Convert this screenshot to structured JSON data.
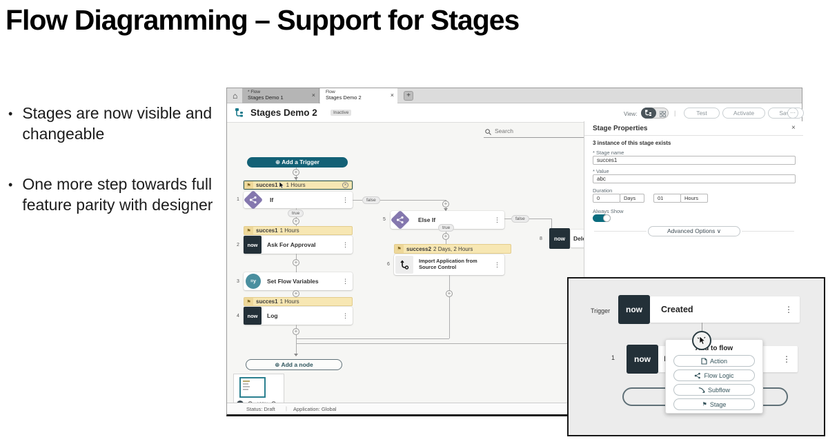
{
  "slide": {
    "title": "Flow Diagramming – Support for Stages",
    "bullets": [
      "Stages are now visible and changeable",
      "One more step towards full feature parity with designer"
    ]
  },
  "icons": {
    "home": "⌂",
    "close": "×",
    "plus": "+",
    "circle_plus": "⊕",
    "kebab": "⋮",
    "ellipsis": "⋯",
    "chevron_down": "∨",
    "flag": "⚑",
    "bullet": "•",
    "asterisk": "*",
    "divider": "|",
    "remove": "×"
  },
  "window": {
    "tabs": [
      {
        "line1": "* Flow",
        "line2": "Stages Demo 1"
      },
      {
        "line1": "Flow",
        "line2": "Stages Demo 2"
      }
    ],
    "header": {
      "title": "Stages Demo 2",
      "badge": "Inactive",
      "view_label": "View:",
      "test": "Test",
      "activate": "Activate",
      "save": "Save"
    },
    "canvas": {
      "search_placeholder": "Search",
      "add_trigger_label": "Add a Trigger",
      "add_node_label": "Add a node",
      "true_label": "true",
      "false_label": "false",
      "now_logo": "now",
      "zoom_level": "100%",
      "stages": [
        {
          "name": "succes1",
          "duration": "1 Hours"
        },
        {
          "name": "succes1",
          "duration": "1 Hours"
        },
        {
          "name": "success2",
          "duration": "2 Days, 2 Hours"
        },
        {
          "name": "succes1",
          "duration": "1 Hours"
        }
      ],
      "nodes": [
        {
          "num": "1",
          "label": "If"
        },
        {
          "num": "2",
          "label": "Ask For Approval"
        },
        {
          "num": "3",
          "label": "Set Flow Variables"
        },
        {
          "num": "4",
          "label": "Log"
        },
        {
          "num": "5",
          "label": "Else If"
        },
        {
          "num": "6",
          "label": "Import Application from Source Control"
        },
        {
          "num": "8",
          "label": "Dele"
        }
      ]
    },
    "panel": {
      "title": "Stage Properties",
      "instances_note": "3 instance of this stage exists",
      "stage_name_label": "Stage name",
      "stage_name_value": "succes1",
      "value_label": "Value",
      "value_value": "abc",
      "duration_label": "Duration",
      "days_value": "0",
      "days_unit": "Days",
      "hours_value": "01",
      "hours_unit": "Hours",
      "always_show_label": "Always Show",
      "advanced_options_label": "Advanced Options"
    },
    "statusbar": {
      "status": "Status: Draft",
      "application": "Application: Global"
    }
  },
  "inset": {
    "trigger_label": "Trigger",
    "trigger_title": "Created",
    "now_logo": "now",
    "node_num": "1",
    "node_partial": "L",
    "popup": {
      "title": "Add to flow",
      "items": [
        {
          "label": "Action"
        },
        {
          "label": "Flow Logic"
        },
        {
          "label": "Subflow"
        },
        {
          "label": "Stage"
        }
      ]
    }
  },
  "colors": {
    "accent_teal": "#136176",
    "stage_yellow": "#F7E7B3",
    "purple": "#8477AE",
    "now_navy": "#233038"
  }
}
